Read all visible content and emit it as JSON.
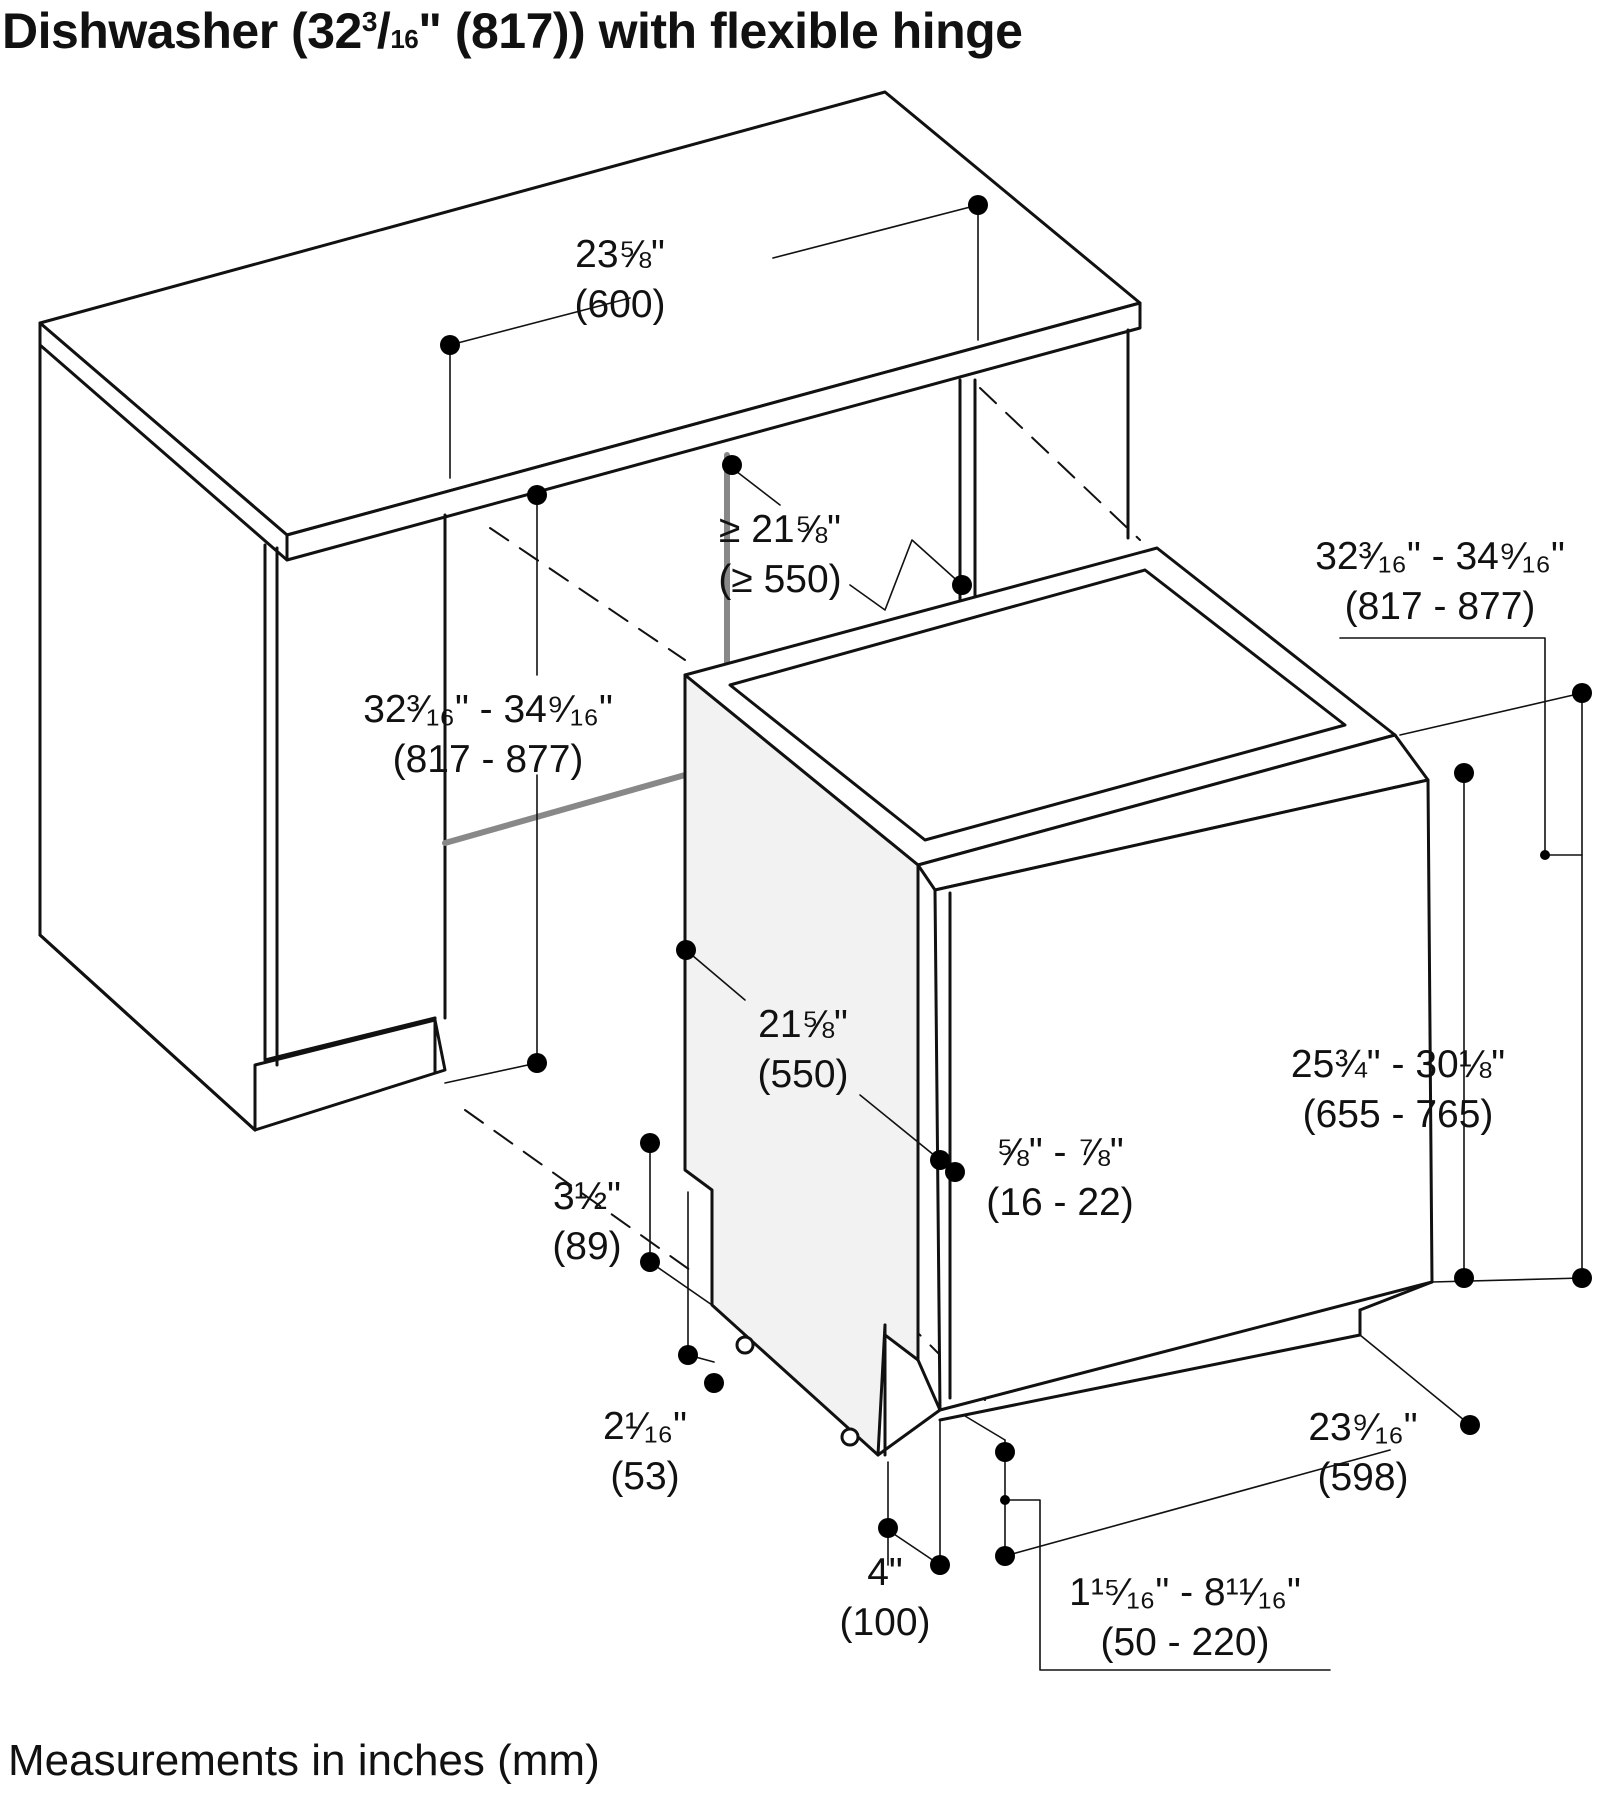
{
  "title": {
    "prefix": "Dishwasher (32",
    "sup": "3",
    "slash": "/",
    "sub": "16",
    "suffix": "\" (817)) with flexible hinge"
  },
  "footer": "Measurements in inches (mm)",
  "dimensions": {
    "counter_depth": {
      "inch": "23⅝\"",
      "mm": "(600)"
    },
    "min_depth": {
      "inch": "≥ 21⅝\"",
      "mm": "(≥ 550)"
    },
    "niche_height": {
      "inch": "32³⁄₁₆\" - 34⁹⁄₁₆\"",
      "mm": "(817 - 877)"
    },
    "overall_height": {
      "inch": "32³⁄₁₆\" - 34⁹⁄₁₆\"",
      "mm": "(817 - 877)"
    },
    "side_depth": {
      "inch": "21⅝\"",
      "mm": "(550)"
    },
    "door_thickness": {
      "inch": "⅝\" - ⅞\"",
      "mm": "(16 - 22)"
    },
    "door_height": {
      "inch": "25¾\" - 30⅛\"",
      "mm": "(655 - 765)"
    },
    "base_recess": {
      "inch": "3½\"",
      "mm": "(89)"
    },
    "base_step": {
      "inch": "2¹⁄₁₆\"",
      "mm": "(53)"
    },
    "toe_kick": {
      "inch": "4\"",
      "mm": "(100)"
    },
    "plinth_height": {
      "inch": "1¹⁵⁄₁₆\" - 8¹¹⁄₁₆\"",
      "mm": "(50 - 220)"
    },
    "width": {
      "inch": "23⁹⁄₁₆\"",
      "mm": "(598)"
    }
  }
}
